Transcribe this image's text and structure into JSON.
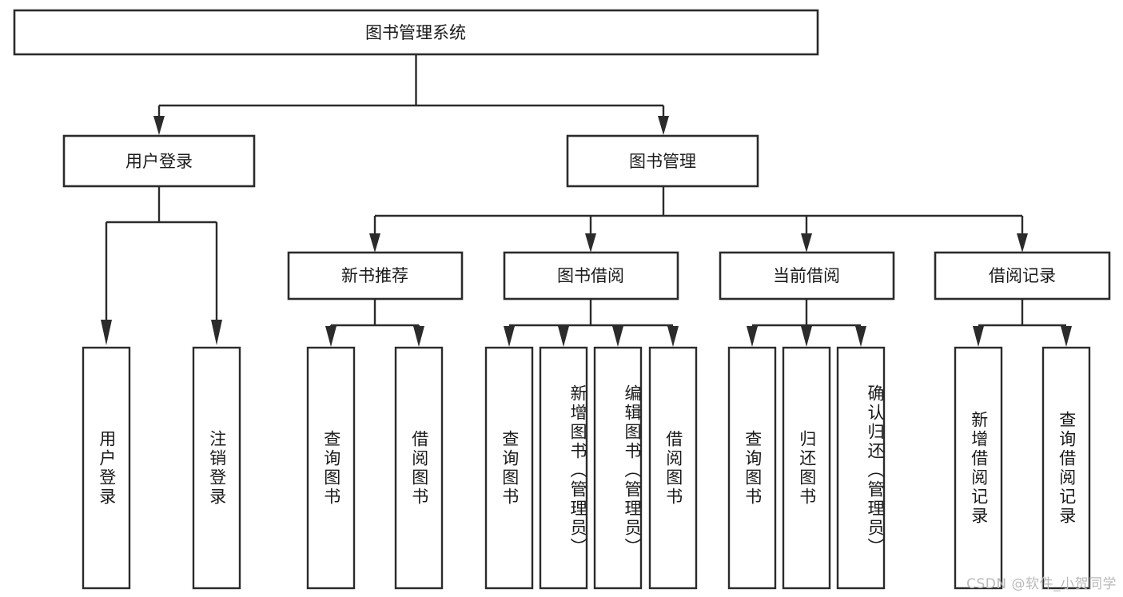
{
  "diagram": {
    "type": "tree",
    "title": "图书管理系统",
    "orientation": "top-down",
    "colors": {
      "stroke": "#2b2b2b",
      "box_fill": "#ffffff",
      "text": "#1a1a1a",
      "background": "#ffffff",
      "watermark": "#b9b9b9"
    },
    "root": {
      "label": "图书管理系统"
    },
    "level2": [
      {
        "label": "用户登录"
      },
      {
        "label": "图书管理"
      }
    ],
    "level3": [
      {
        "label": "新书推荐"
      },
      {
        "label": "图书借阅"
      },
      {
        "label": "当前借阅"
      },
      {
        "label": "借阅记录"
      }
    ],
    "leaves": {
      "user_login": [
        "用户登录",
        "注销登录"
      ],
      "new_book_recommend": [
        "查询图书",
        "借阅图书"
      ],
      "book_borrow": [
        "查询图书",
        "新增图书（管理员）",
        "编辑图书（管理员）",
        "借阅图书"
      ],
      "current_borrow": [
        "查询图书",
        "归还图书",
        "确认归还（管理员）"
      ],
      "borrow_record": [
        "新增借阅记录",
        "查询借阅记录"
      ]
    }
  },
  "watermark": {
    "text": "CSDN @软件_小贺同学"
  }
}
